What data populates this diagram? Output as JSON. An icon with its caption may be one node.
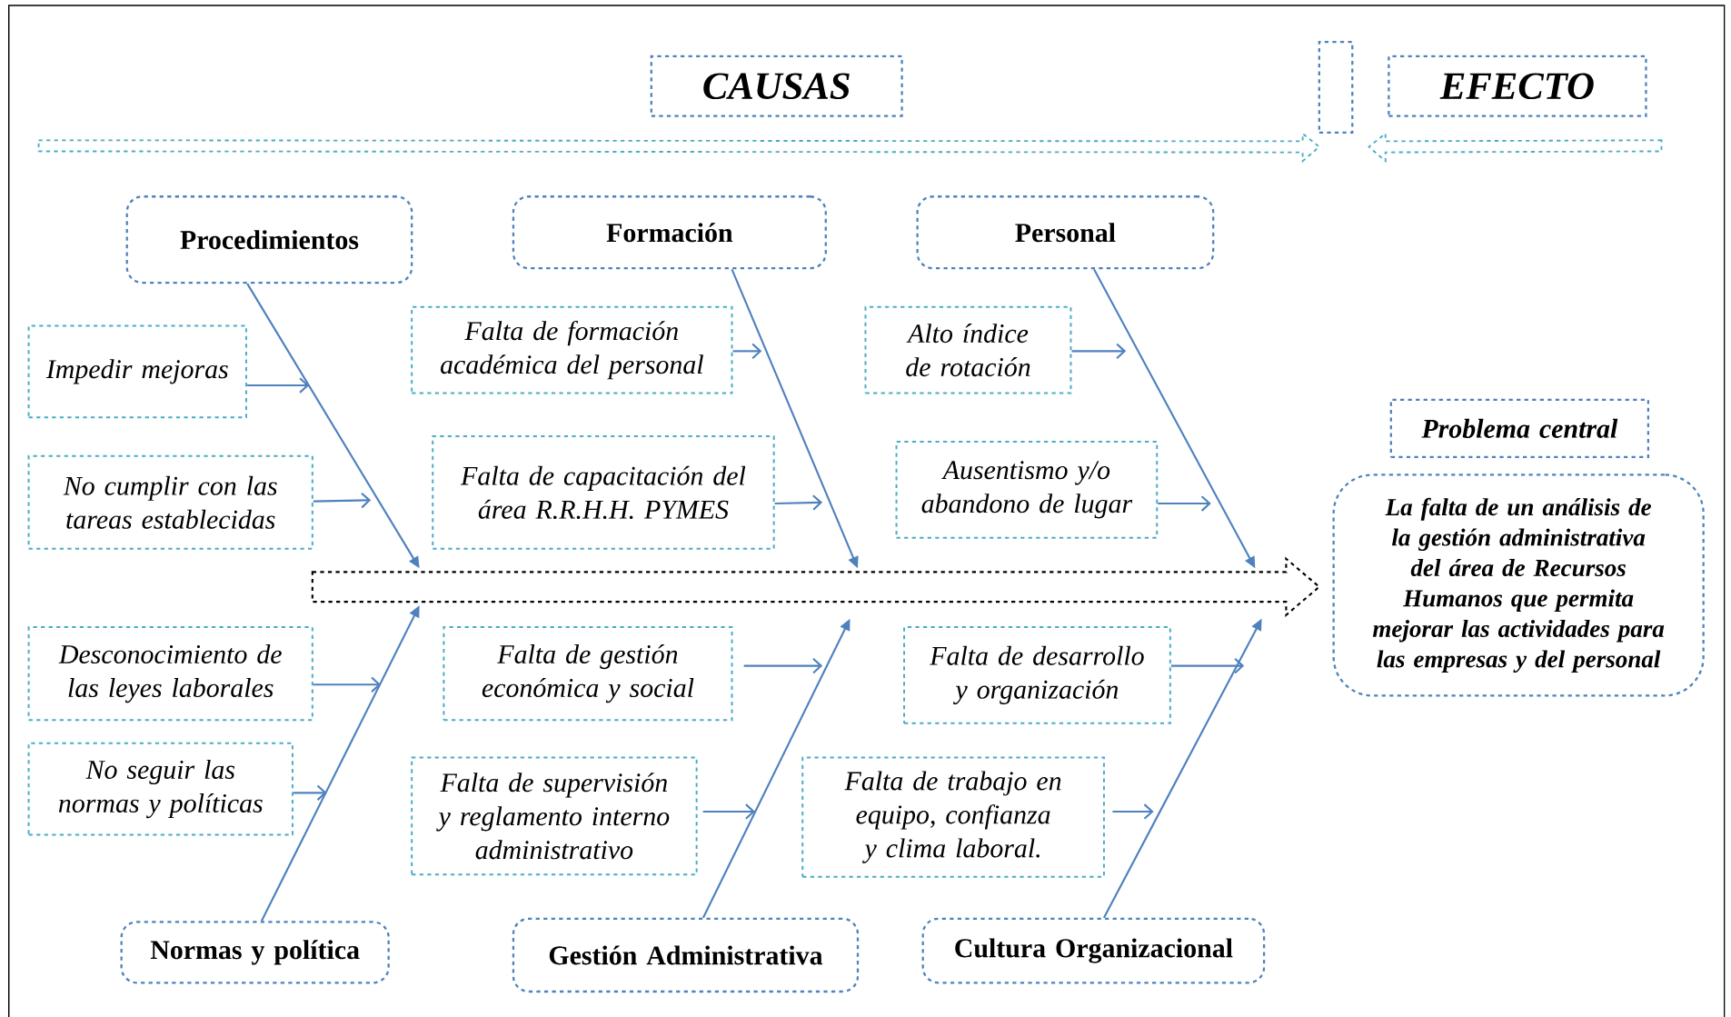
{
  "diagram": {
    "nodes": [
      {
        "text": [
          "CAUSAS"
        ]
      },
      {
        "text": [],
        "shape": "box"
      },
      {
        "text": [
          "EFECTO"
        ]
      },
      {
        "text": [
          "Procedimientos"
        ]
      },
      {
        "text": [
          "Formación"
        ]
      },
      {
        "text": [
          "Personal"
        ]
      },
      {
        "text": [
          "Impedir mejoras"
        ]
      },
      {
        "text": [
          "Falta de formación académica del personal"
        ]
      },
      {
        "text": [
          "Alto índice de rotación"
        ]
      },
      {
        "text": [
          "Problema central"
        ]
      },
      {
        "text": [
          "La falta de un análisis de la gestión administrativa del área de Recursos Humanos que permita mejorar las actividades para las empresas y del personal"
        ]
      },
      {
        "text": [
          "No cumplir con las tareas establecidas"
        ]
      },
      {
        "text": [
          "Falta de capacitación del área R.R.H.H. PYMES"
        ]
      },
      {
        "text": [
          "Ausentismo y/o abandono de lugar"
        ]
      },
      {
        "text": [],
        "shape": "arrow"
      },
      {
        "text": [
          "Desconocimiento de las leyes laborales"
        ]
      },
      {
        "text": [
          "Falta de gestión económica y social"
        ]
      },
      {
        "text": [
          "Falta de desarrollo y organización"
        ]
      },
      {
        "text": [
          "No seguir las normas y políticas"
        ]
      },
      {
        "text": [
          "Falta de supervisión y reglamento interno administrativo"
        ]
      },
      {
        "text": [
          "Falta de trabajo en equipo, confianza y clima laboral."
        ]
      },
      {
        "text": [
          "Normas y política"
        ]
      },
      {
        "text": [
          "Gestión Administrativa"
        ]
      },
      {
        "text": [
          "Cultura Organizacional"
        ]
      }
    ],
    "edges": [
      {
        "from": 3,
        "to": 14,
        "arrow": "to"
      },
      {
        "from": 4,
        "to": 14,
        "arrow": "to"
      },
      {
        "from": 5,
        "to": 14,
        "arrow": "to"
      },
      {
        "from": 21,
        "to": 14,
        "arrow": "to"
      },
      {
        "from": 22,
        "to": 14,
        "arrow": "to"
      },
      {
        "from": 23,
        "to": 14,
        "arrow": "to"
      },
      {
        "from": 6,
        "to": null,
        "arrow": "to"
      },
      {
        "from": 7,
        "to": null,
        "arrow": "to"
      },
      {
        "from": 8,
        "to": null,
        "arrow": "to"
      },
      {
        "from": 11,
        "to": null,
        "arrow": "to"
      },
      {
        "from": 12,
        "to": null,
        "arrow": "to"
      },
      {
        "from": 13,
        "to": null,
        "arrow": "to"
      },
      {
        "from": 15,
        "to": null,
        "arrow": "to"
      },
      {
        "from": 16,
        "to": null,
        "arrow": "to"
      },
      {
        "from": 17,
        "to": null,
        "arrow": "to"
      },
      {
        "from": 18,
        "to": null,
        "arrow": "to"
      },
      {
        "from": 19,
        "to": null,
        "arrow": "to"
      },
      {
        "from": 20,
        "to": null,
        "arrow": "to"
      },
      {
        "from": null,
        "to": 1,
        "arrow": "to"
      },
      {
        "from": null,
        "to": 1,
        "arrow": "to"
      }
    ]
  }
}
